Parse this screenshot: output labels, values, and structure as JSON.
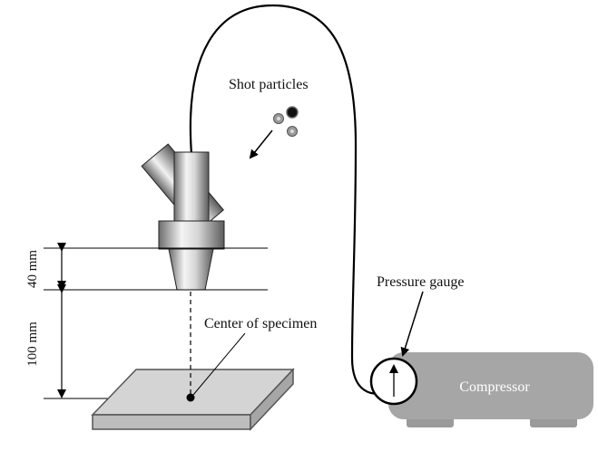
{
  "labels": {
    "shot_particles": "Shot particles",
    "pressure_gauge": "Pressure gauge",
    "compressor": "Compressor",
    "center_of_specimen": "Center of specimen",
    "dim_40": "40 mm",
    "dim_100": "100 mm"
  }
}
